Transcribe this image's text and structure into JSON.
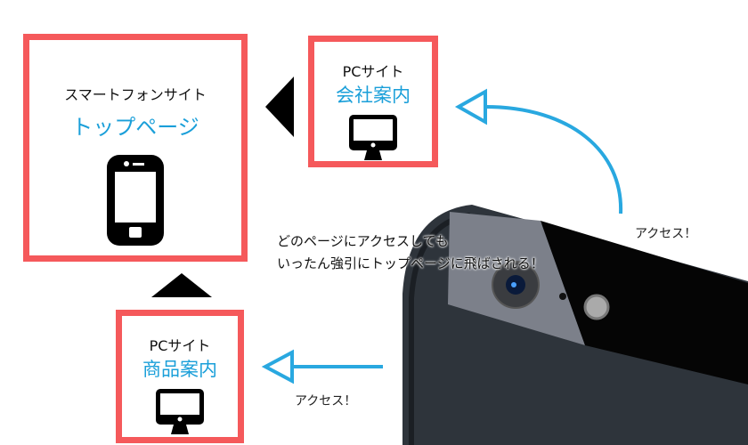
{
  "smartphone_box": {
    "subtitle": "スマートフォンサイト",
    "title": "トップページ",
    "icon": "smartphone-icon"
  },
  "company_box": {
    "subtitle": "PCサイト",
    "title": "会社案内",
    "icon": "desktop-monitor-icon"
  },
  "products_box": {
    "subtitle": "PCサイト",
    "title": "商品案内",
    "icon": "desktop-monitor-icon"
  },
  "access_top": "アクセス！",
  "access_bottom": "アクセス！",
  "message": {
    "line1": "どのページにアクセスしても",
    "line2": "いったん強引にトップページに飛ばされる！"
  },
  "colors": {
    "border": "#f5595b",
    "accent": "#1a9fd9",
    "arrow": "#29a8e0"
  }
}
